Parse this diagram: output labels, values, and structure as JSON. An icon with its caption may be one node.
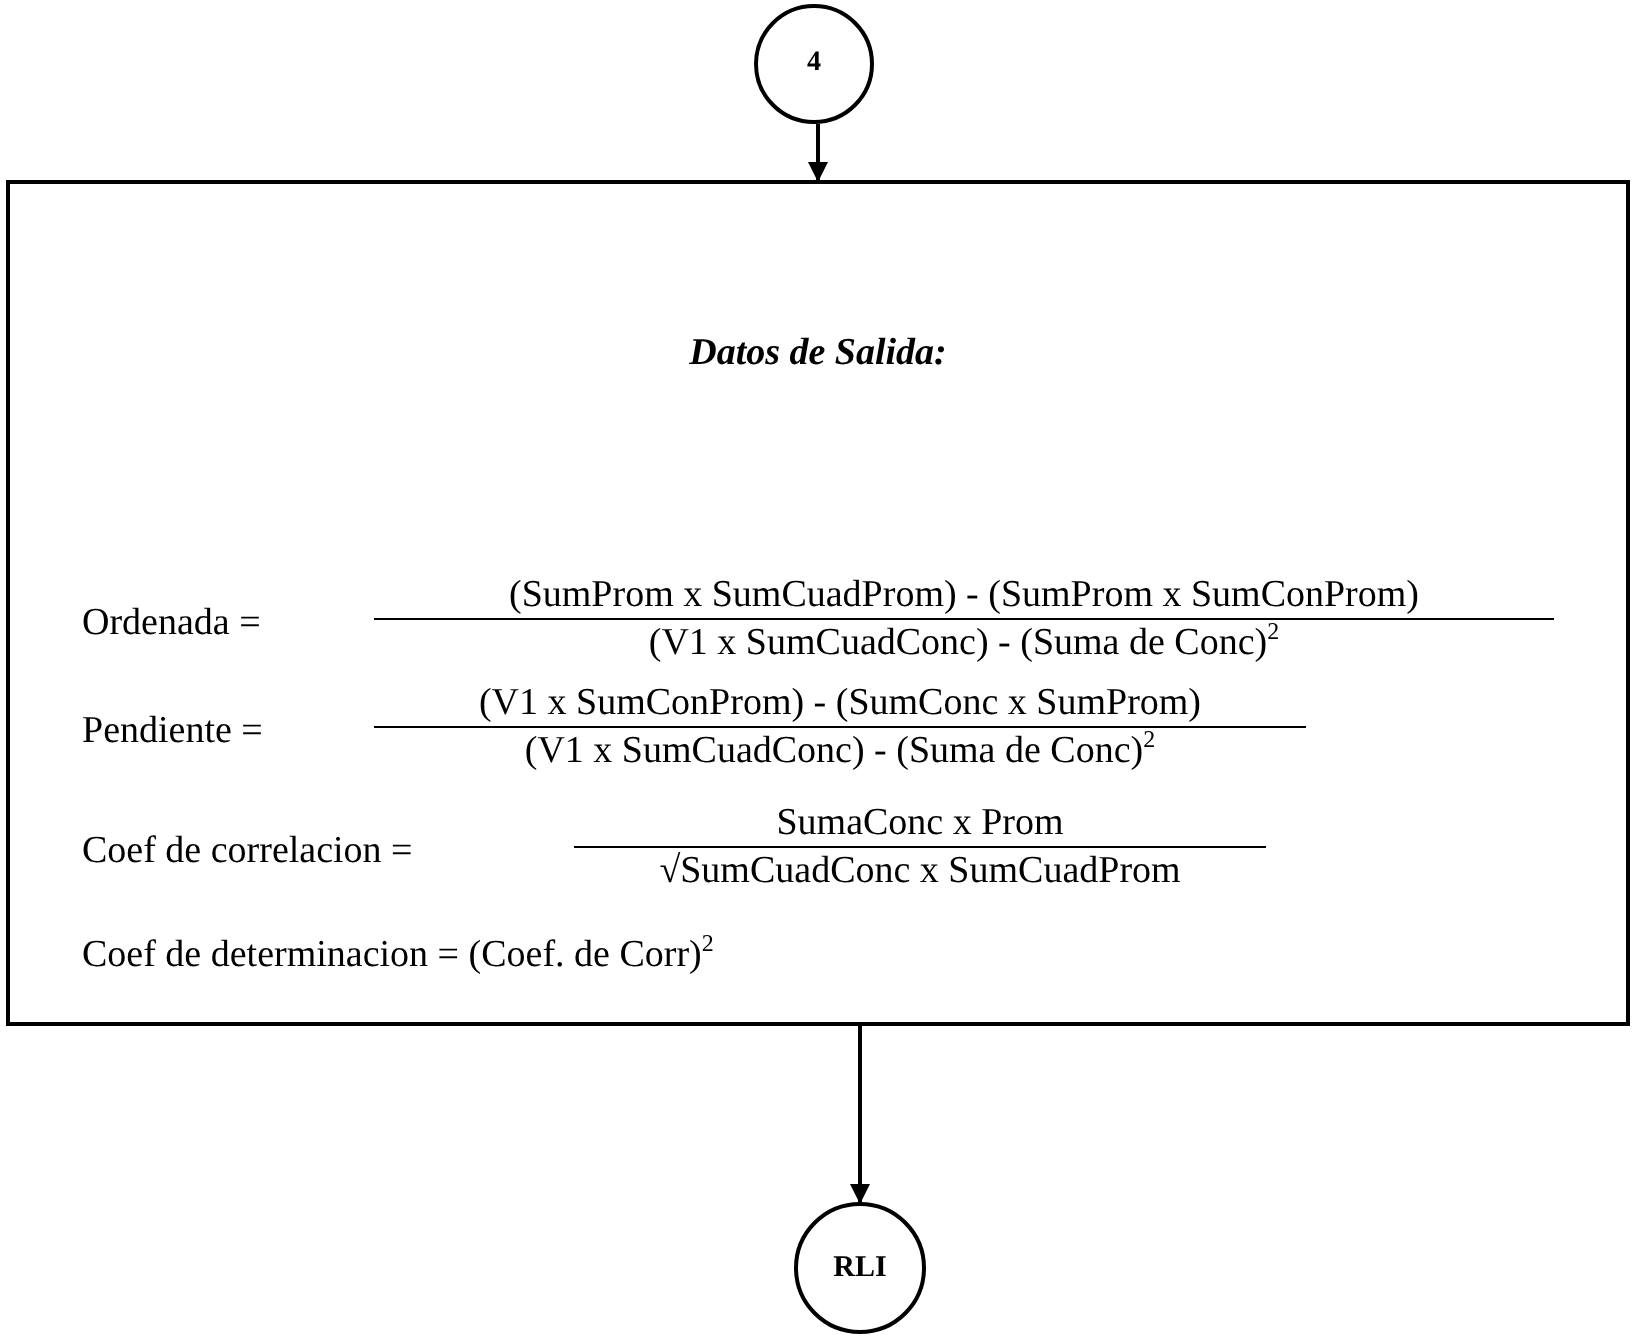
{
  "diagram": {
    "nodes": [
      {
        "text": [
          "4"
        ]
      },
      {
        "text": [
          "Datos de Salida:",
          "Ordenada =",
          "(SumProm x SumCuadProm) - (SumProm x SumConProm)",
          "(V1 x SumCuadConc) - (Suma de Conc)$^{2}$",
          "Pendiente =",
          "(V1 x SumConProm) - (SumConc x SumProm)",
          "(V1 x SumCuadConc) - (Suma de Conc)$^{2}$",
          "Coef de correlacion =",
          "SumaConc x Prom",
          "√SumCuadConc x SumCuadProm",
          "Coef de determinacion = (Coef. de Corr)$^{2}$"
        ]
      },
      {
        "text": [
          "RLI"
        ]
      }
    ],
    "edges": [
      {
        "from": 0,
        "to": 1,
        "arrow": "to"
      },
      {
        "from": 1,
        "to": 2,
        "arrow": "to"
      }
    ]
  }
}
